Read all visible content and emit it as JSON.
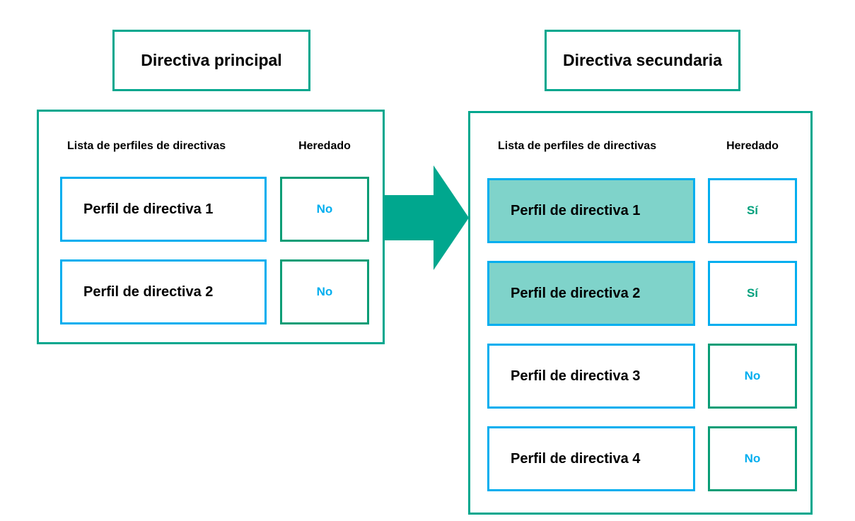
{
  "diagram": {
    "colors": {
      "teal_border": "#00a78e",
      "blue_border": "#00aeef",
      "green_border": "#0a9d76",
      "highlight_fill": "#7fd3ca",
      "arrow": "#00a78e",
      "value_blue": "#00aeef",
      "value_green": "#00a07c",
      "text": "#000000"
    },
    "arrow": {
      "name": "right-arrow",
      "direction": "right"
    }
  },
  "left": {
    "title": "Directiva principal",
    "headers": {
      "profiles": "Lista de perfiles de directivas",
      "inherited": "Heredado"
    },
    "rows": [
      {
        "profile": "Perfil de directiva 1",
        "inherited": "No",
        "highlighted": false,
        "inherited_border": "green",
        "inherited_color": "blue"
      },
      {
        "profile": "Perfil de directiva 2",
        "inherited": "No",
        "highlighted": false,
        "inherited_border": "green",
        "inherited_color": "blue"
      }
    ]
  },
  "right": {
    "title": "Directiva secundaria",
    "headers": {
      "profiles": "Lista de perfiles de directivas",
      "inherited": "Heredado"
    },
    "rows": [
      {
        "profile": "Perfil de directiva 1",
        "inherited": "Sí",
        "highlighted": true,
        "inherited_border": "blue",
        "inherited_color": "green"
      },
      {
        "profile": "Perfil de directiva 2",
        "inherited": "Sí",
        "highlighted": true,
        "inherited_border": "blue",
        "inherited_color": "green"
      },
      {
        "profile": "Perfil de directiva 3",
        "inherited": "No",
        "highlighted": false,
        "inherited_border": "green",
        "inherited_color": "blue"
      },
      {
        "profile": "Perfil de directiva 4",
        "inherited": "No",
        "highlighted": false,
        "inherited_border": "green",
        "inherited_color": "blue"
      }
    ]
  }
}
